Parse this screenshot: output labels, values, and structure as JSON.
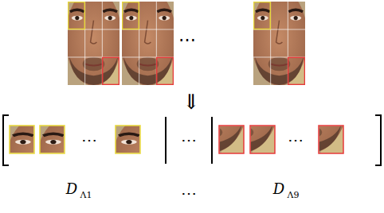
{
  "diagram": {
    "labels": [
      "⋯",
      "⇓",
      "⋯",
      "⋯",
      "⋯",
      "D",
      "Λ1",
      "⋯",
      "D",
      "Λ9"
    ]
  }
}
